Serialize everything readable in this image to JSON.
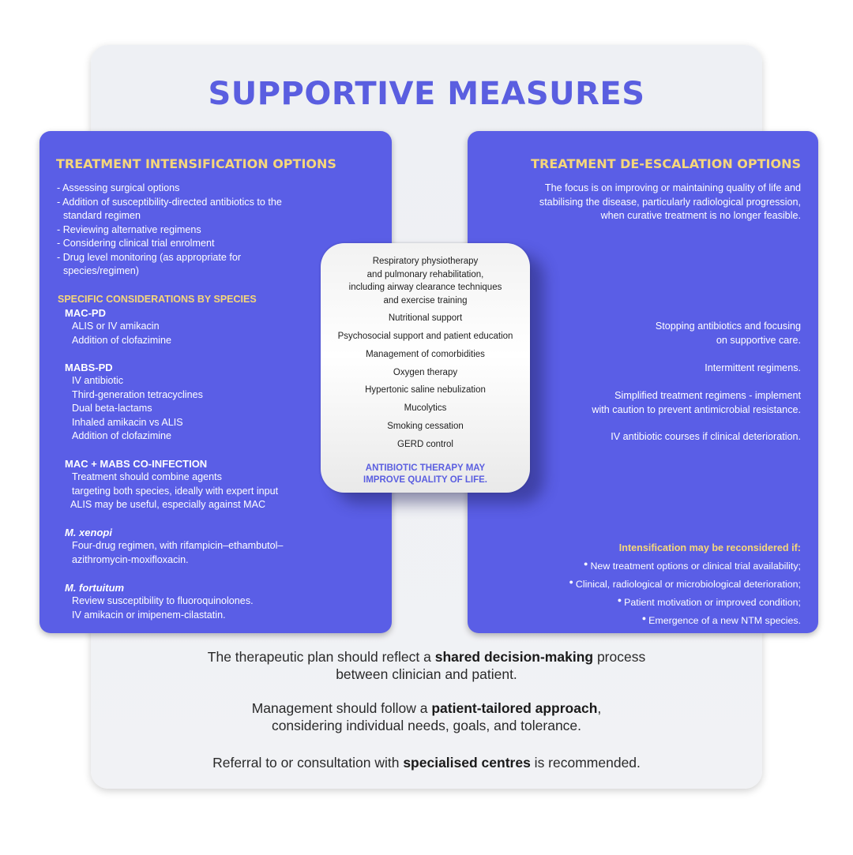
{
  "title": "SUPPORTIVE MEASURES",
  "left": {
    "title": "TREATMENT INTENSIFICATION OPTIONS",
    "intro_lines": [
      "- Assessing surgical options",
      "- Addition of susceptibility-directed antibiotics to the",
      "  standard regimen",
      "- Reviewing alternative regimens",
      "- Considering clinical trial enrolment",
      "- Drug level monitoring  (as appropriate for",
      "  species/regimen)"
    ],
    "species_heading": "SPECIFIC CONSIDERATIONS BY SPECIES",
    "sections": [
      {
        "title": "MAC-PD",
        "items": [
          "ALIS or IV amikacin",
          "Addition of clofazimine"
        ]
      },
      {
        "title": "MABS-PD",
        "items": [
          "IV antibiotic",
          "Third-generation tetracyclines",
          "Dual beta-lactams",
          "Inhaled amikacin vs ALIS",
          "Addition of clofazimine"
        ]
      },
      {
        "title": "MAC + MABS CO-INFECTION",
        "items": [
          "Treatment should combine agents",
          "targeting both species, ideally with expert input",
          "ALIS may be useful, especially against MAC"
        ]
      },
      {
        "title": "M. xenopi",
        "items": [
          "Four-drug regimen, with rifampicin–ethambutol–",
          "azithromycin-moxifloxacin."
        ]
      },
      {
        "title": "M. fortuitum",
        "items": [
          "Review susceptibility to fluoroquinolones.",
          "IV amikacin or imipenem-cilastatin."
        ]
      }
    ]
  },
  "right": {
    "title": "TREATMENT DE-ESCALATION OPTIONS",
    "focus_lines": [
      "The focus is on improving or maintaining quality of life and",
      "stabilising the disease, particularly radiological progression,",
      "when curative treatment is no longer feasible."
    ],
    "options": [
      [
        "Stopping antibiotics and focusing",
        "on supportive care."
      ],
      [
        "Intermittent regimens."
      ],
      [
        "Simplified treatment regimens - implement",
        "with caution to prevent antimicrobial resistance."
      ],
      [
        "IV antibiotic courses if clinical deterioration."
      ]
    ],
    "reconsider_title": "Intensification may be reconsidered if:",
    "reconsider_items": [
      "New treatment options or clinical trial availability;",
      "Clinical, radiological or microbiological deterioration;",
      "Patient motivation or improved condition;",
      "Emergence of a new NTM species."
    ]
  },
  "center": {
    "items": [
      [
        "Respiratory physiotherapy",
        "and pulmonary rehabilitation,",
        "including airway  clearance techniques",
        "and exercise training"
      ],
      [
        "Nutritional support"
      ],
      [
        "Psychosocial support and patient education"
      ],
      [
        "Management of comorbidities"
      ],
      [
        "Oxygen therapy"
      ],
      [
        "Hypertonic saline nebulization"
      ],
      [
        "Mucolytics"
      ],
      [
        "Smoking cessation"
      ],
      [
        "GERD control"
      ]
    ],
    "note_lines": [
      "ANTIBIOTIC THERAPY MAY",
      "IMPROVE QUALITY OF LIFE."
    ]
  },
  "footer": {
    "p1_a": "The therapeutic plan should reflect a ",
    "p1_b": "shared decision-making",
    "p1_c": " process",
    "p1_line2": "between clinician and patient.",
    "p2_a": "Management should follow a ",
    "p2_b": "patient-tailored approach",
    "p2_c": ",",
    "p2_line2": "considering individual needs, goals, and tolerance.",
    "p3_a": "Referral to or consultation with ",
    "p3_b": "specialised centres",
    "p3_c": " is recommended."
  }
}
